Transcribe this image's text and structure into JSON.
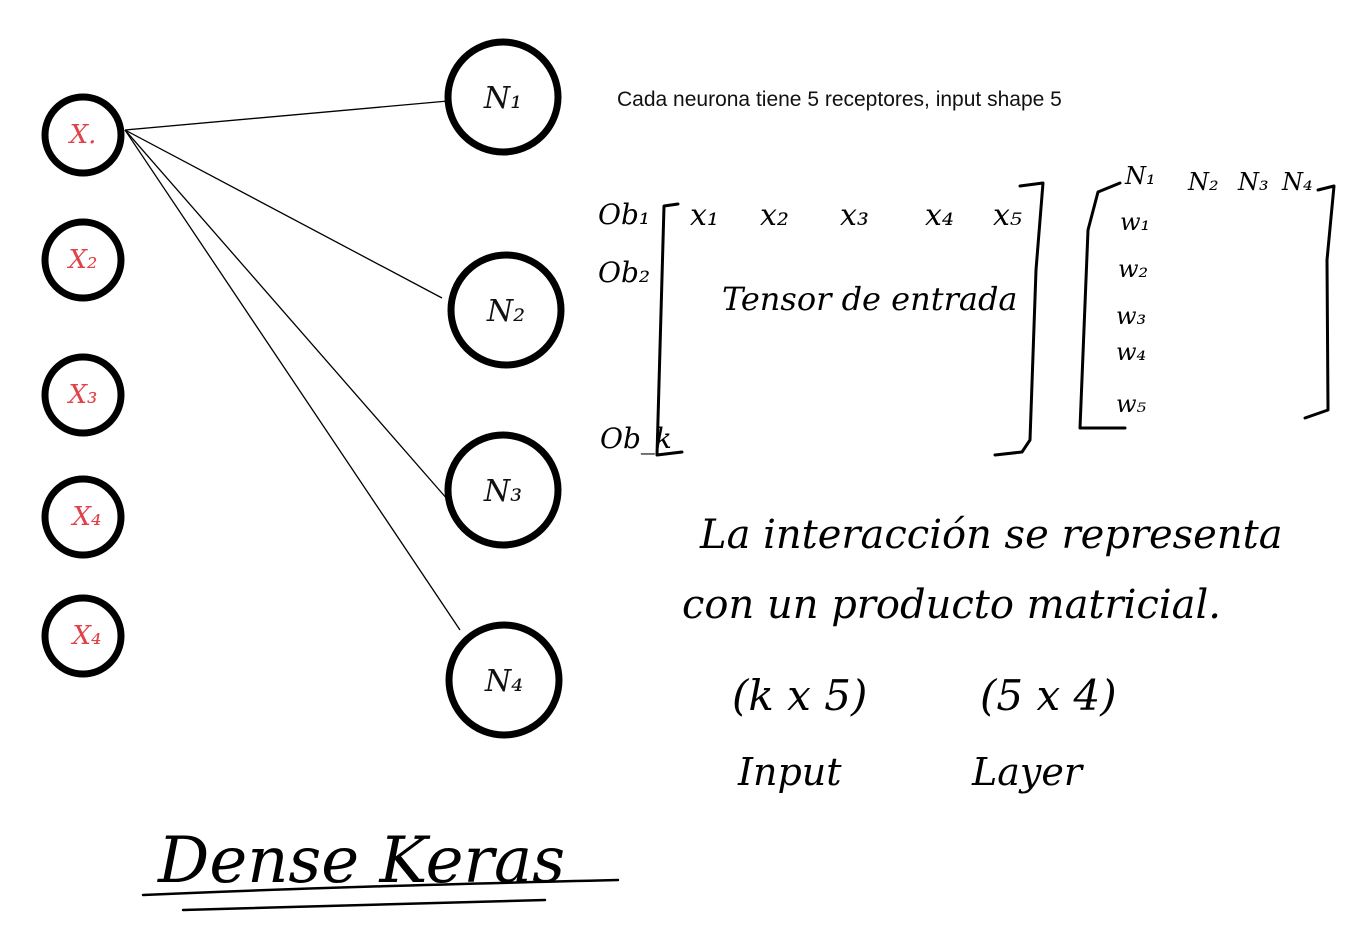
{
  "note": "Cada neurona tiene 5 receptores, input shape 5",
  "title": "Dense Keras",
  "inputs": [
    "X.",
    "X₂",
    "X₃",
    "X₄",
    "X₄"
  ],
  "neurons": [
    "N₁",
    "N₂",
    "N₃",
    "N₄"
  ],
  "matrix_rows": [
    "Ob₁",
    "Ob₂",
    "Ob_k"
  ],
  "matrix_cols": [
    "x₁",
    "x₂",
    "x₃",
    "x₄",
    "x₅"
  ],
  "matrix_body": "Tensor de entrada",
  "weights_header": [
    "N₁",
    "N₂",
    "N₃",
    "N₄"
  ],
  "weights_rows": [
    "w₁",
    "w₂",
    "w₃",
    "w₄",
    "w₅"
  ],
  "statement_line1": "La interacción se representa",
  "statement_line2": "con un producto matricial.",
  "shape_input": "(k x 5)",
  "shape_layer": "(5 x 4)",
  "label_input": "Input",
  "label_layer": "Layer",
  "colors": {
    "input_label": "#e0424a",
    "ink": "#000000"
  }
}
